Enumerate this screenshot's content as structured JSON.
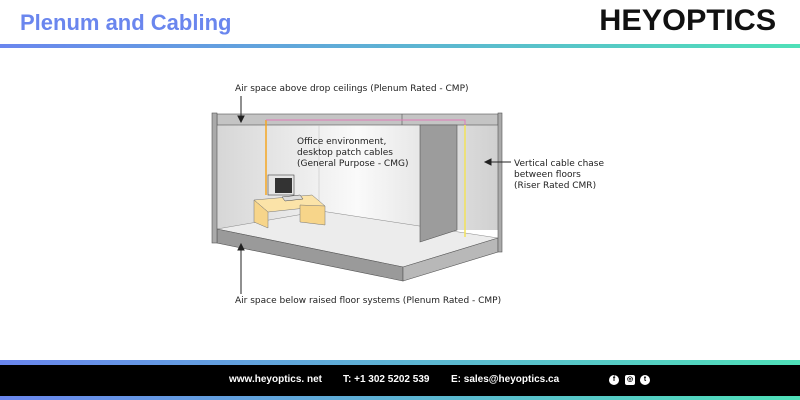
{
  "header": {
    "title": "Plenum and Cabling",
    "logo": "HEYOPTICS"
  },
  "diagram": {
    "label_top": "Air space above drop ceilings (Plenum Rated - CMP)",
    "label_office": [
      "Office environment,",
      "desktop patch cables",
      "(General Purpose - CMG)"
    ],
    "label_riser": [
      "Vertical cable chase",
      "between floors",
      "(Riser Rated CMR)"
    ],
    "label_bottom": "Air space below raised floor systems (Plenum Rated - CMP)",
    "colors": {
      "patch_cable": "#f5a623",
      "plenum_cable": "#e07ab8",
      "riser_cable": "#f3e35a"
    }
  },
  "footer": {
    "website": "www.heyoptics. net",
    "phone": "T: +1 302 5202 539",
    "email": "E: sales@heyoptics.ca",
    "social": [
      {
        "icon": "facebook-icon",
        "glyph": "f"
      },
      {
        "icon": "instagram-icon",
        "glyph": "◎"
      },
      {
        "icon": "twitter-icon",
        "glyph": "t"
      }
    ]
  }
}
